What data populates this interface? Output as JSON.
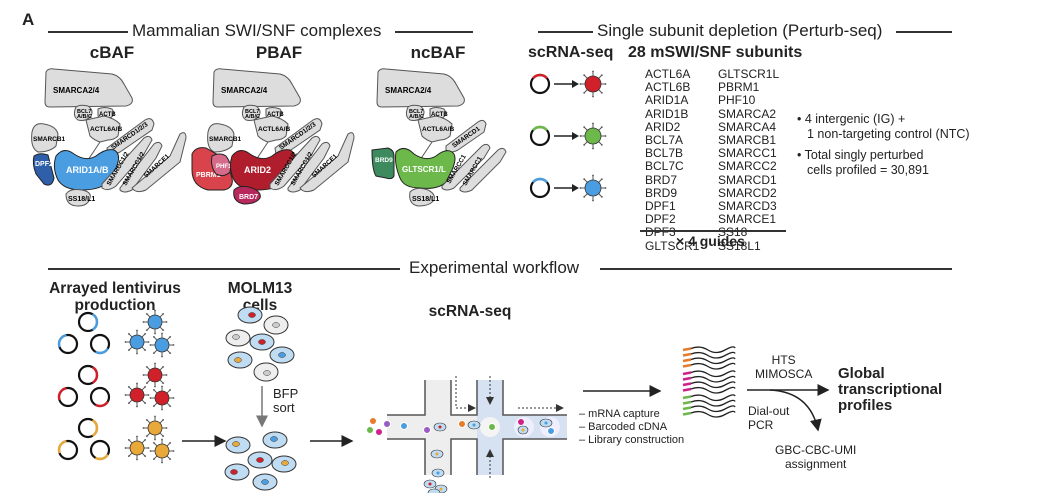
{
  "panel_letter": "A",
  "sections": {
    "complexes_title": "Mammalian SWI/SNF complexes",
    "perturb_title": "Single subunit depletion (Perturb-seq)",
    "workflow_title": "Experimental workflow"
  },
  "complexes": [
    {
      "name": "cBAF",
      "subunits": {
        "atpase": "SMARCA2/4",
        "bcl7": "BCL7 A/B/C",
        "actb": "ACTB",
        "actl6": "ACTL6A/B",
        "smarcd": "SMARCD1/2/3",
        "smarcb1": "SMARCB1",
        "smarcc_a": "SMARCC1/2",
        "smarcc_b": "SMARCC1/2",
        "smarce1": "SMARCE1",
        "core": "ARID1A/B",
        "side": "DPF2",
        "bottom": "SS18/L1"
      },
      "colors": {
        "core": "#4a9de0",
        "side": "#2e5fa8"
      }
    },
    {
      "name": "PBAF",
      "subunits": {
        "atpase": "SMARCA2/4",
        "bcl7": "BCL7 A/B/C",
        "actb": "ACTB",
        "actl6": "ACTL6A/B",
        "smarcd": "SMARCD1/2/3",
        "smarcb1": "SMARCB1",
        "smarcc_a": "SMARCC1/2",
        "smarcc_b": "SMARCC1/2",
        "smarce1": "SMARCE1",
        "core": "ARID2",
        "side": "PBRM1",
        "side2": "PHF10",
        "bottom": "BRD7"
      },
      "colors": {
        "core": "#b01e2e",
        "side": "#d8434c",
        "side2": "#d66a8a",
        "bottom": "#b8285c"
      }
    },
    {
      "name": "ncBAF",
      "subunits": {
        "atpase": "SMARCA2/4",
        "bcl7": "BCL7 A/B/C",
        "actb": "ACTB",
        "actl6": "ACTL6A/B",
        "smarcd": "SMARCD1",
        "smarcc_a": "SMARCC1",
        "smarcc_b": "SMARCC1",
        "core": "GLTSCR1/L",
        "side": "BRD9",
        "bottom": "SS18/L1"
      },
      "colors": {
        "core": "#6cb84a",
        "side": "#3d8a5e"
      }
    }
  ],
  "perturb": {
    "scrna_label": "scRNA-seq",
    "subunits_label": "28 mSWI/SNF subunits",
    "guides_label": "× 4 guides",
    "lentivirus_colors": [
      "#d0202a",
      "#6cb84a",
      "#4a9de0"
    ],
    "subunits_col1": [
      "ACTL6A",
      "ACTL6B",
      "ARID1A",
      "ARID1B",
      "ARID2",
      "BCL7A",
      "BCL7B",
      "BCL7C",
      "BRD7",
      "BRD9",
      "DPF1",
      "DPF2",
      "DPF3",
      "GLTSCR1"
    ],
    "subunits_col2": [
      "GLTSCR1L",
      "PBRM1",
      "PHF10",
      "SMARCA2",
      "SMARCA4",
      "SMARCB1",
      "SMARCC1",
      "SMARCC2",
      "SMARCD1",
      "SMARCD2",
      "SMARCD3",
      "SMARCE1",
      "SS18",
      "SS18L1"
    ],
    "notes": [
      {
        "line1": "4 intergenic (IG) +",
        "line2": "1 non-targeting control (NTC)"
      },
      {
        "line1": "Total singly perturbed",
        "line2": "cells profiled = 30,891"
      }
    ]
  },
  "workflow": {
    "step1_line1": "Arrayed lentivirus",
    "step1_line2": "production",
    "step2_line1": "MOLM13",
    "step2_line2": "cells",
    "sort_line1": "BFP",
    "sort_line2": "sort",
    "step3": "scRNA-seq",
    "capture_steps": [
      "– mRNA capture",
      "– Barcoded cDNA",
      "– Library construction"
    ],
    "hts_line1": "HTS",
    "hts_line2": "MIMOSCA",
    "output_line1": "Global",
    "output_line2": "transcriptional",
    "output_line3": "profiles",
    "dialout_line1": "Dial-out",
    "dialout_line2": "PCR",
    "assign_line1": "GBC-CBC-UMI",
    "assign_line2": "assignment",
    "virus_colors": [
      "#4a9de0",
      "#d0202a",
      "#e8a93a"
    ],
    "read_colors": [
      "#e87a2a",
      "#d0208a",
      "#6cb84a"
    ]
  }
}
